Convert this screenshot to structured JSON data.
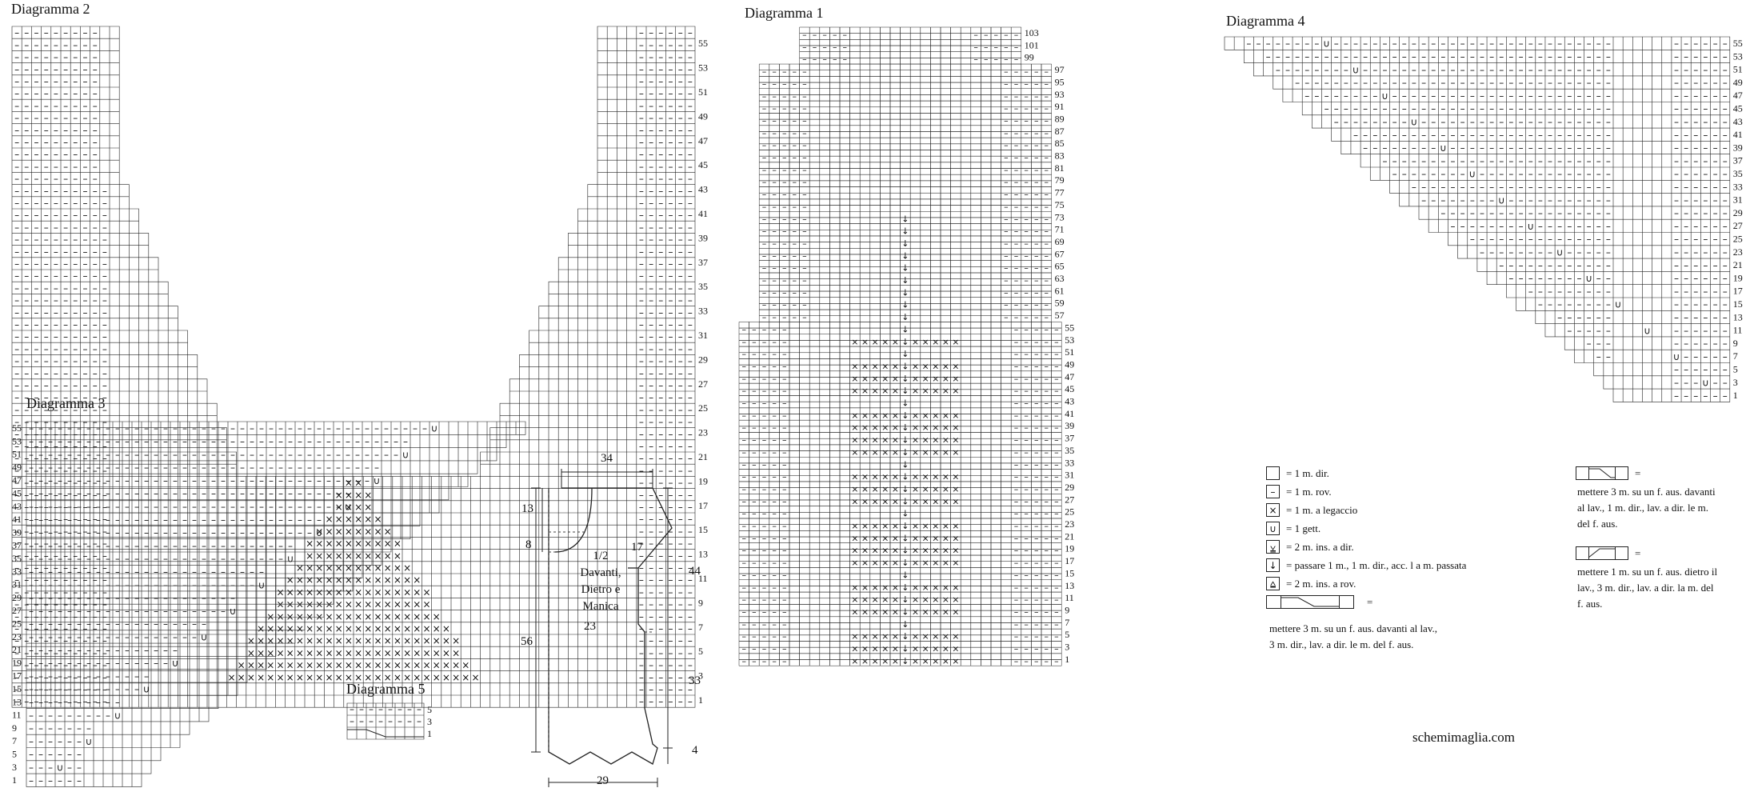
{
  "titles": {
    "d1": "Diagramma 1",
    "d2": "Diagramma 2",
    "d3": "Diagramma 3",
    "d4": "Diagramma 4",
    "d5": "Diagramma 5"
  },
  "row_labels": {
    "d1_top": [
      "103",
      "101",
      "99"
    ],
    "d1_mid": [
      "97",
      "95",
      "93",
      "91",
      "89",
      "87",
      "85",
      "83",
      "81",
      "79",
      "77",
      "75",
      "73",
      "71",
      "69",
      "67",
      "65",
      "63",
      "61",
      "59",
      "57"
    ],
    "d1_bottom": [
      "55",
      "53",
      "51",
      "49",
      "47",
      "45",
      "43",
      "41",
      "39",
      "37",
      "35",
      "33",
      "31",
      "29",
      "27",
      "25",
      "23",
      "21",
      "19",
      "17",
      "15",
      "13",
      "11",
      "9",
      "7",
      "5",
      "3",
      "1"
    ],
    "d2": [
      "55",
      "53",
      "51",
      "49",
      "47",
      "45",
      "43",
      "41",
      "39",
      "37",
      "35",
      "33",
      "31",
      "29",
      "27",
      "25",
      "23",
      "21",
      "19",
      "17",
      "15",
      "13",
      "11",
      "9",
      "7",
      "5",
      "3",
      "1"
    ],
    "d3": [
      "55",
      "53",
      "51",
      "49",
      "47",
      "45",
      "43",
      "41",
      "39",
      "37",
      "35",
      "33",
      "31",
      "29",
      "27",
      "25",
      "23",
      "21",
      "19",
      "17",
      "15",
      "13",
      "11",
      "9",
      "7",
      "5",
      "3",
      "1"
    ],
    "d4": [
      "55",
      "53",
      "51",
      "49",
      "47",
      "45",
      "43",
      "41",
      "39",
      "37",
      "35",
      "33",
      "31",
      "29",
      "27",
      "25",
      "23",
      "21",
      "19",
      "17",
      "15",
      "13",
      "11",
      "9",
      "7",
      "5",
      "3",
      "1"
    ],
    "d5": [
      "5",
      "3",
      "1"
    ]
  },
  "silhouette": {
    "top": "34",
    "left_upper": "13",
    "left_mid": "8",
    "armhole": "17",
    "right_upper": "44",
    "width_mid": "23",
    "left_total": "56",
    "right_lower": "33",
    "bottom_small": "4",
    "bottom": "29",
    "label_line1": "1/2",
    "label_line2": "Davanti,",
    "label_line3": "Dietro e",
    "label_line4": "Manica"
  },
  "legend": {
    "items": [
      {
        "symbol": "square",
        "glyph": "",
        "text": "= 1 m. dir."
      },
      {
        "symbol": "dash",
        "glyph": "–",
        "text": "= 1 m. rov."
      },
      {
        "symbol": "cross",
        "glyph": "×",
        "text": "= 1 m. a legaccio"
      },
      {
        "symbol": "yo",
        "glyph": "∪",
        "text": "= 1 gett."
      },
      {
        "symbol": "k2tog",
        "glyph": "⩣",
        "text": "= 2 m. ins. a dir."
      },
      {
        "symbol": "skp",
        "glyph": "↓",
        "text": "= passare 1 m., 1 m. dir., acc. l a m. passata"
      },
      {
        "symbol": "p2tog",
        "glyph": "⩠",
        "text": "= 2 m. ins. a rov."
      }
    ],
    "cable_left_text_1": "mettere 3 m. su un f. aus. davanti al lav.,",
    "cable_left_text_2": "3 m. dir., lav. a dir. le m. del f. aus.",
    "cable_right_a_line1": "mettere 3 m. su un f. aus. davanti",
    "cable_right_a_line2": "al lav., 1 m. dir., lav. a dir. le m.",
    "cable_right_a_line3": "del f. aus.",
    "cable_right_b_line1": "mettere 1 m. su un f. aus. dietro il",
    "cable_right_b_line2": "lav., 3 m. dir., lav. a dir. la m. del",
    "cable_right_b_line3": "f. aus.",
    "eq": "=",
    "n3": "3",
    "n1": "1"
  },
  "site": "schemimaglia.com"
}
